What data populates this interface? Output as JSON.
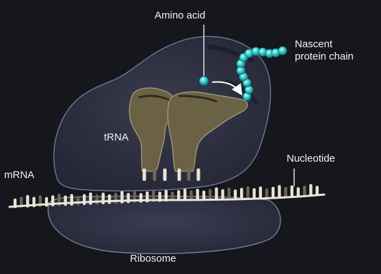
{
  "labels": {
    "amino_acid": "Amino acid",
    "nascent_line1": "Nascent",
    "nascent_line2": "protein chain",
    "trna": "tRNA",
    "mrna": "mRNA",
    "nucleotide": "Nucleotide",
    "ribosome": "Ribosome"
  },
  "colors": {
    "background": "#16171d",
    "ribosome_fill": "#3a3d56",
    "ribosome_edge": "#7f84a6",
    "trna_fill": "#6b6246",
    "trna_edge": "#a89c76",
    "nucleotide_light": "#e8e3d2",
    "nucleotide_dark": "#6e6656",
    "mrna_backbone": "#ece7d8",
    "amino_acid": "#3fd6d6",
    "amino_acid_dark": "#1f8f96"
  }
}
